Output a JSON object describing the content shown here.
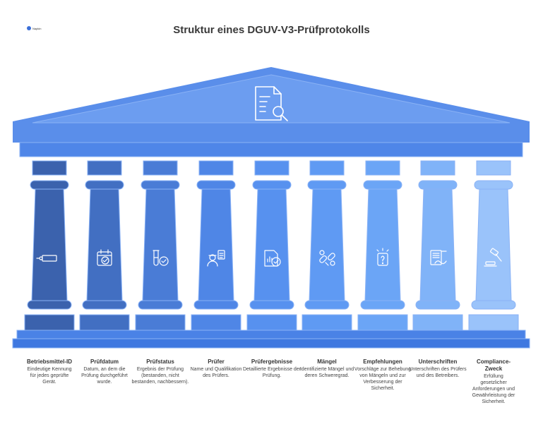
{
  "logo": {
    "text": "Napkin"
  },
  "title": "Struktur eines DGUV-V3-Prüfprotokolls",
  "colors": {
    "roof": "#4f86e8",
    "roof_light": "#6b9cf0",
    "base": "#3f78e0",
    "outline": "#8ab2f5"
  },
  "pillars": [
    {
      "title": "Betriebsmittel-ID",
      "desc": "Eindeutige Kennung für jedes geprüfte Gerät.",
      "icon": "tag-icon",
      "color": "#3b62ad"
    },
    {
      "title": "Prüfdatum",
      "desc": "Datum, an dem die Prüfung durchgeführt wurde.",
      "icon": "calendar-check-icon",
      "color": "#426fc2"
    },
    {
      "title": "Prüfstatus",
      "desc": "Ergebnis der Prüfung (bestanden, nicht bestanden, nachbessern).",
      "icon": "test-tube-check-icon",
      "color": "#4a7cd6"
    },
    {
      "title": "Prüfer",
      "desc": "Name und Qualifikation des Prüfers.",
      "icon": "inspector-clipboard-icon",
      "color": "#4f86e6"
    },
    {
      "title": "Prüfergebnisse",
      "desc": "Detaillierte Ergebnisse der Prüfung.",
      "icon": "report-check-icon",
      "color": "#5791ef"
    },
    {
      "title": "Mängel",
      "desc": "Identifizierte Mängel und deren Schweregrad.",
      "icon": "broken-link-icon",
      "color": "#5f9af3"
    },
    {
      "title": "Empfehlungen",
      "desc": "Vorschläge zur Behebung von Mängeln und zur Verbesserung der Sicherheit.",
      "icon": "idea-question-icon",
      "color": "#6ba5f6"
    },
    {
      "title": "Unterschriften",
      "desc": "Unterschriften des Prüfers und des Betreibers.",
      "icon": "signed-document-icon",
      "color": "#80b3f8"
    },
    {
      "title": "Compliance-Zweck",
      "desc": "Erfüllung gesetzlicher Anforderungen und Gewährleistung der Sicherheit.",
      "icon": "gavel-icon",
      "color": "#9ac3fa"
    }
  ]
}
